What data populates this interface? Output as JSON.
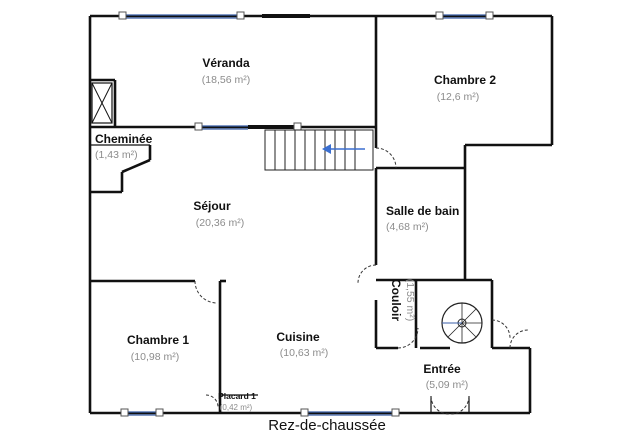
{
  "caption": "Rez-de-chaussée",
  "rooms": {
    "veranda": {
      "name": "Véranda",
      "area": "(18,56 m²)"
    },
    "chambre2": {
      "name": "Chambre 2",
      "area": "(12,6 m²)"
    },
    "cheminee": {
      "name": "Cheminée",
      "area": "(1,43 m²)"
    },
    "sejour": {
      "name": "Séjour",
      "area": "(20,36 m²)"
    },
    "salle_de_bain": {
      "name": "Salle de bain",
      "area": "(4,68 m²)"
    },
    "couloir": {
      "name": "Couloir",
      "area": "(1,55 m²)"
    },
    "chambre1": {
      "name": "Chambre 1",
      "area": "(10,98 m²)"
    },
    "cuisine": {
      "name": "Cuisine",
      "area": "(10,63 m²)"
    },
    "entree": {
      "name": "Entrée",
      "area": "(5,09 m²)"
    },
    "placard": {
      "name": "Placard 1",
      "area": "(0,42 m²)"
    }
  },
  "colors": {
    "wall": "#111111",
    "window": "#3b5fa8",
    "area_text": "#8c8c8c",
    "stair_arrow": "#3b6fd0"
  }
}
